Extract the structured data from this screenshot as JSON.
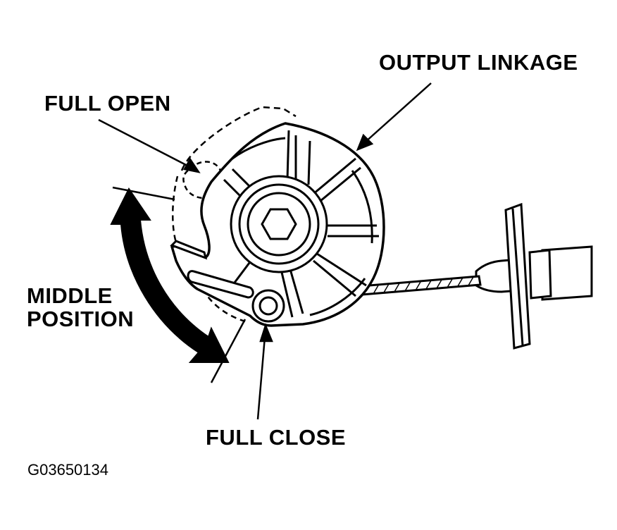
{
  "labels": {
    "output_linkage": "OUTPUT LINKAGE",
    "full_open": "FULL OPEN",
    "middle_position_line1": "MIDDLE",
    "middle_position_line2": "POSITION",
    "full_close": "FULL CLOSE"
  },
  "figure_code": "G03650134",
  "colors": {
    "ink": "#000000",
    "paper": "#ffffff"
  }
}
